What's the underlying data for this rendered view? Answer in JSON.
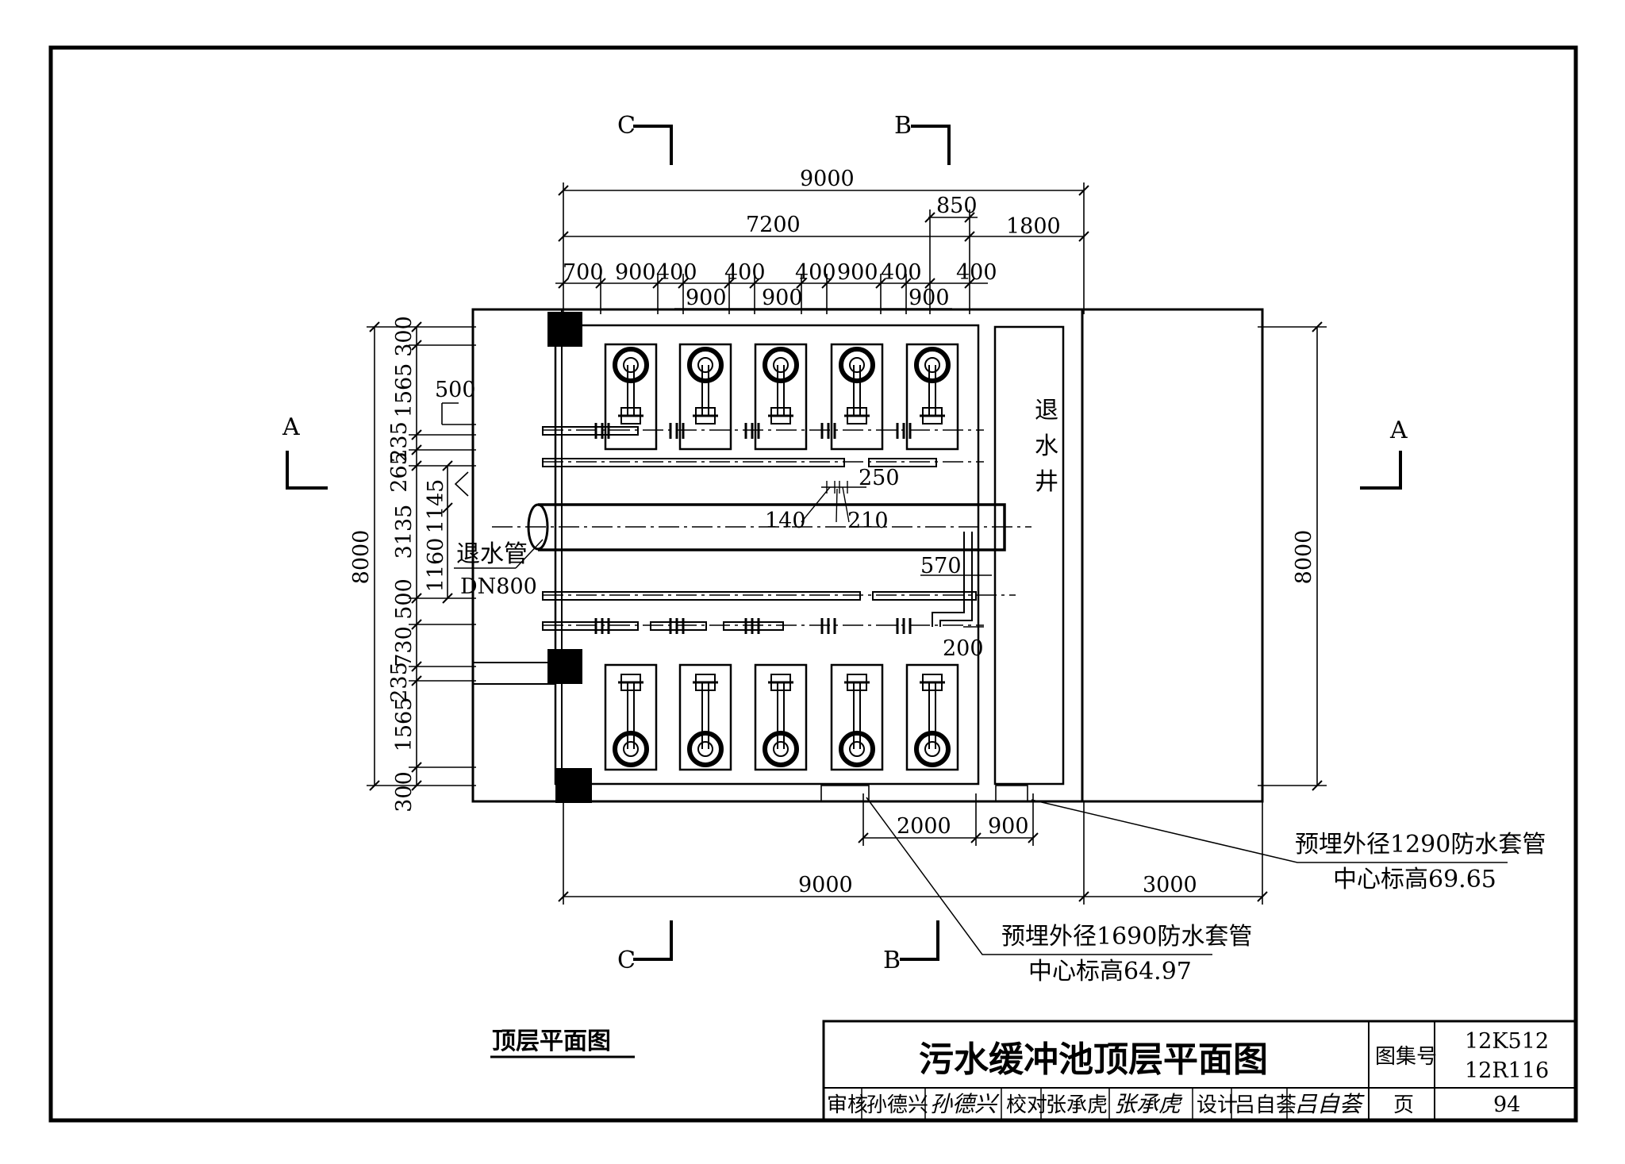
{
  "sections": {
    "a": "A",
    "b": "B",
    "c": "C"
  },
  "dims_top": {
    "overall": "9000",
    "left": "7200",
    "right": "1800",
    "gap": "850",
    "row1": [
      "700",
      "900",
      "400",
      "400",
      "400",
      "900",
      "400",
      "400"
    ],
    "row2": [
      "900",
      "900",
      "900"
    ]
  },
  "dims_left": [
    "300",
    "1565",
    "235",
    "265",
    "1145",
    "3135",
    "1160",
    "500",
    "730",
    "235",
    "1565",
    "300"
  ],
  "dims_left_total": "8000",
  "dims_right_total": "8000",
  "dims_inner": {
    "d500": "500",
    "d250": "250",
    "d140": "140",
    "d210": "210",
    "d570": "570",
    "d200": "200"
  },
  "dims_bottom": {
    "d2000": "2000",
    "d900": "900",
    "d9000": "9000",
    "d3000": "3000"
  },
  "labels": {
    "drain_well": [
      "退",
      "水",
      "井"
    ],
    "drain_pipe": "退水管",
    "drain_pipe_dn": "DN800",
    "sleeve1_line1": "预埋外径1290防水套管",
    "sleeve1_line2": "中心标高69.65",
    "sleeve2_line1": "预埋外径1690防水套管",
    "sleeve2_line2": "中心标高64.97"
  },
  "drawing_caption": "顶层平面图",
  "title_block": {
    "title": "污水缓冲池顶层平面图",
    "atlas_label": "图集号",
    "atlas_no_1": "12K512",
    "atlas_no_2": "12R116",
    "review_label": "审核",
    "reviewer": "孙德兴",
    "reviewer_sig": "孙德兴",
    "check_label": "校对",
    "checker": "张承虎",
    "checker_sig": "张承虎",
    "design_label": "设计",
    "designer": "吕自荟",
    "designer_sig": "吕自荟",
    "page_label": "页",
    "page_no": "94"
  }
}
